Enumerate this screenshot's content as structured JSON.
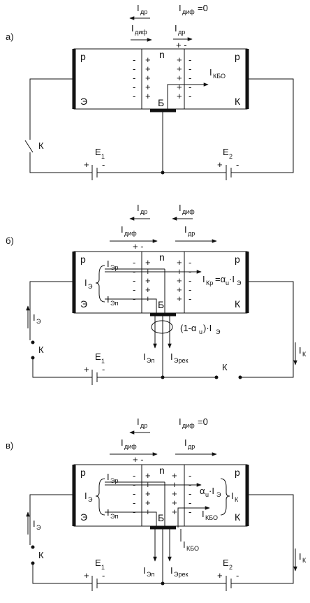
{
  "panels": [
    {
      "label": "а)",
      "top_labels": {
        "i_dr_top": {
          "main": "I",
          "sub": "др"
        },
        "i_dif_zero": {
          "main": "I",
          "sub": "диф",
          "tail": "=0"
        },
        "i_dif_mid": {
          "main": "I",
          "sub": "диф"
        },
        "i_dr_mid": {
          "main": "I",
          "sub": "др"
        }
      },
      "regions": {
        "left": "p",
        "mid": "n",
        "right": "p"
      },
      "terminals": {
        "emitter": "Э",
        "base": "Б",
        "collector": "К"
      },
      "junction_signs": {
        "top": "+ -"
      },
      "inner_current": {
        "main": "I",
        "sub": "КБО"
      },
      "switch": "К",
      "batteries": [
        {
          "name": "E",
          "sub": "1",
          "plus": "+",
          "minus": "-"
        },
        {
          "name": "E",
          "sub": "2",
          "plus": "+",
          "minus": "-"
        }
      ]
    },
    {
      "label": "б)",
      "top_labels": {
        "i_dr_top": {
          "main": "I",
          "sub": "др"
        },
        "i_dif_top": {
          "main": "I",
          "sub": "диф"
        },
        "i_dif_mid": {
          "main": "I",
          "sub": "диф"
        },
        "i_dr_mid": {
          "main": "I",
          "sub": "др"
        }
      },
      "regions": {
        "left": "p",
        "mid": "n",
        "right": "p"
      },
      "terminals": {
        "emitter": "Э",
        "base": "Б",
        "collector": "К"
      },
      "junction_signs": {
        "top": "+ -"
      },
      "inner": {
        "ie_left": {
          "main": "I",
          "sub": "Э"
        },
        "iep": {
          "main": "I",
          "sub": "Эр"
        },
        "ien": {
          "main": "I",
          "sub": "Эп"
        },
        "ikp": {
          "main": "I",
          "sub": "Кр",
          "tail": "=α",
          "tail_sub": "u",
          "tail2": "·I",
          "tail2_sub": "Э"
        },
        "base_formula": {
          "text": "(1-α",
          "sub": "u",
          "tail": ")·I",
          "tail_sub": "Э"
        },
        "ien_bottom": {
          "main": "I",
          "sub": "Эп"
        },
        "iereк_bottom": {
          "main": "I",
          "sub": "Эрек"
        }
      },
      "left_current": {
        "main": "I",
        "sub": "Э"
      },
      "right_current": {
        "main": "I",
        "sub": "К"
      },
      "switch_left": "К",
      "switch_bottom": "К",
      "batteries": [
        {
          "name": "E",
          "sub": "1",
          "plus": "+",
          "minus": "-"
        }
      ]
    },
    {
      "label": "в)",
      "top_labels": {
        "i_dr_top": {
          "main": "I",
          "sub": "др"
        },
        "i_dif_zero": {
          "main": "I",
          "sub": "диф",
          "tail": "=0"
        },
        "i_dif_mid": {
          "main": "I",
          "sub": "диф"
        },
        "i_dr_mid": {
          "main": "I",
          "sub": "др"
        }
      },
      "regions": {
        "left": "p",
        "mid": "n",
        "right": "p"
      },
      "terminals": {
        "emitter": "Э",
        "base": "Б",
        "collector": "К"
      },
      "junction_signs": {
        "top": "+ -"
      },
      "inner": {
        "ie_left": {
          "main": "I",
          "sub": "Э"
        },
        "iep": {
          "main": "I",
          "sub": "Эр"
        },
        "ien": {
          "main": "I",
          "sub": "Эп"
        },
        "alpha": {
          "main": "α",
          "sub": "u",
          "tail": "·I",
          "tail_sub": "Э"
        },
        "ik_right": {
          "main": "I",
          "sub": "К"
        },
        "ikbo_inner": {
          "main": "I",
          "sub": "КБО"
        },
        "ikbo_base": {
          "main": "I",
          "sub": "КБО"
        },
        "ien_bottom": {
          "main": "I",
          "sub": "Эп"
        },
        "ierek_bottom": {
          "main": "I",
          "sub": "Эрек"
        }
      },
      "left_current": {
        "main": "I",
        "sub": "Э"
      },
      "right_current": {
        "main": "I",
        "sub": "К"
      },
      "switch": "К",
      "batteries": [
        {
          "name": "E",
          "sub": "1",
          "plus": "+",
          "minus": "-"
        },
        {
          "name": "E",
          "sub": "2",
          "plus": "+",
          "minus": "-"
        }
      ]
    }
  ]
}
